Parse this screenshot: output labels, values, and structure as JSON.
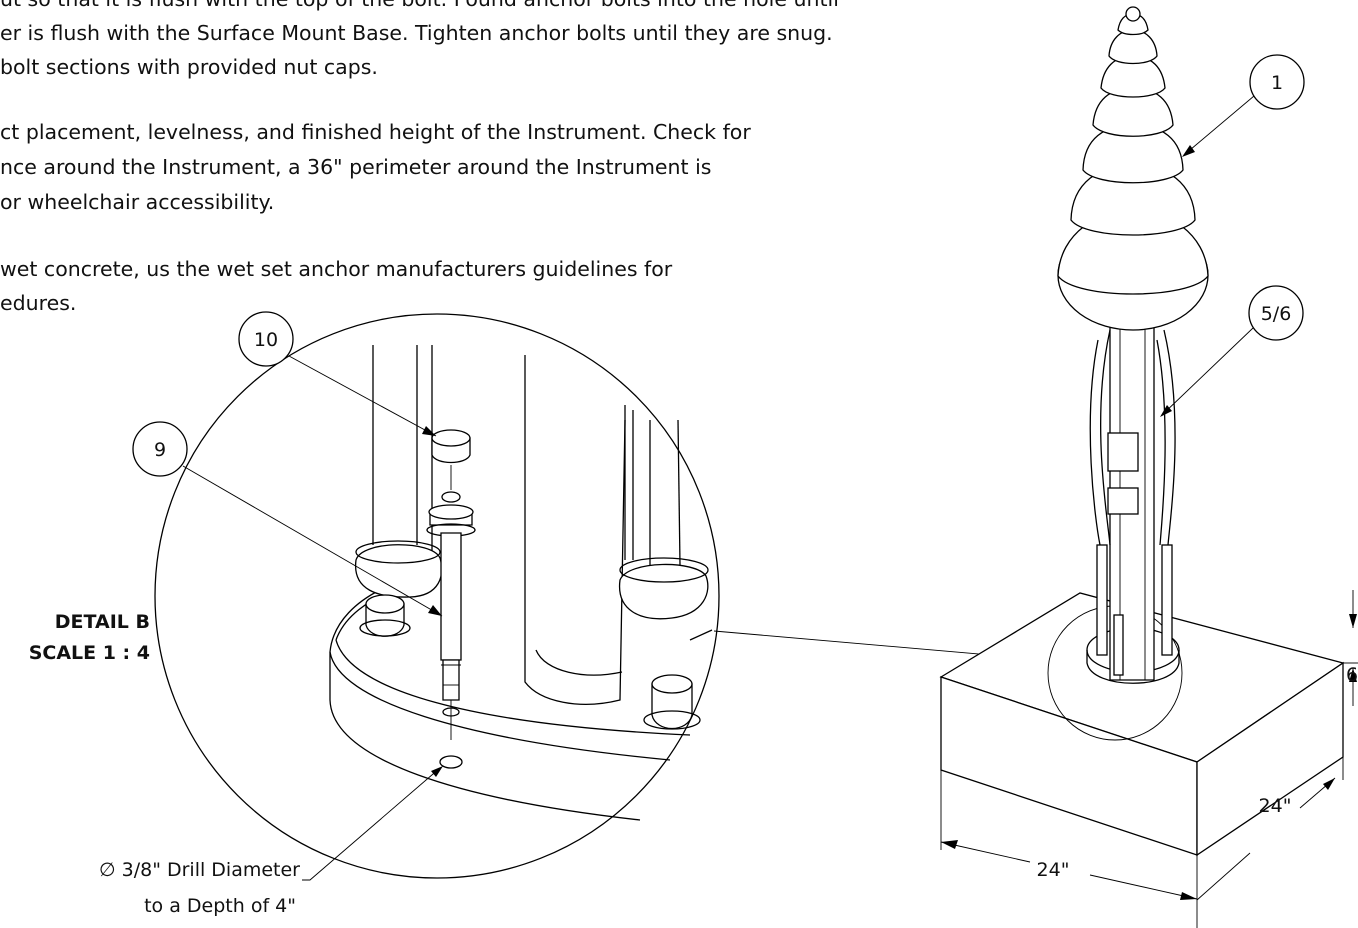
{
  "notes": [
    "ut so that it is flush with the top of the bolt. Pound anchor bolts into the hole until",
    "er is flush with the Surface Mount Base. Tighten anchor bolts until they are snug.",
    " bolt sections with provided nut caps.",
    "ct placement, levelness, and finished height of the Instrument. Check for",
    "nce around the Instrument, a 36\" perimeter around the Instrument is",
    "or wheelchair accessibility.",
    " wet concrete, us the wet set anchor manufacturers guidelines for",
    "edures."
  ],
  "detail": {
    "title": "DETAIL B",
    "scale": "SCALE 1 : 4"
  },
  "balloons": {
    "b1": "1",
    "b56": "5/6",
    "b10": "10",
    "b9": "9"
  },
  "drill_note": {
    "line1": "∅ 3/8\" Drill Diameter",
    "line2": "to a Depth of 4\""
  },
  "dimensions": {
    "width_front": "24\"",
    "width_side": "24\"",
    "height": "6"
  }
}
